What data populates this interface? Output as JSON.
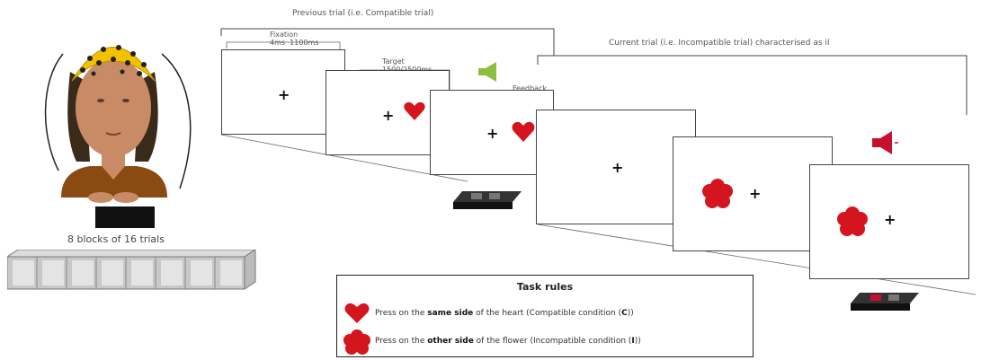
{
  "labels": {
    "previous_trial": "Previous trial (i.e. Compatible trial)",
    "current_trial": "Current trial (i.e. Incompatible trial) characterised as iI",
    "fixation": "Fixation\n4ms  1100ms",
    "target": "Target\n1500/2500ms",
    "feedback": "Feedback",
    "blocks": "8 blocks of 16 trials"
  },
  "task_rules": {
    "title": "Task rules",
    "rule1": {
      "prefix": "Press on the ",
      "bold": "same side",
      "middle": " of the heart (Compatible condition (",
      "code": "C",
      "suffix": "))"
    },
    "rule2": {
      "prefix": "Press on the ",
      "bold": "other side",
      "middle": " of the flower (Incompatible condition (",
      "code": "I",
      "suffix": "))"
    }
  },
  "colors": {
    "stimulus_red": "#d4141e",
    "speaker_green": "#8cbf3f",
    "speaker_red": "#c8102e",
    "cap_yellow": "#f2c200",
    "skin": "#c98a66",
    "shirt": "#8a4b12"
  },
  "icons": {
    "heart": "heart-icon",
    "flower": "flower-icon",
    "speaker": "speaker-icon",
    "response_pad": "response-pad-icon",
    "eeg_cap": "eeg-cap-icon"
  }
}
